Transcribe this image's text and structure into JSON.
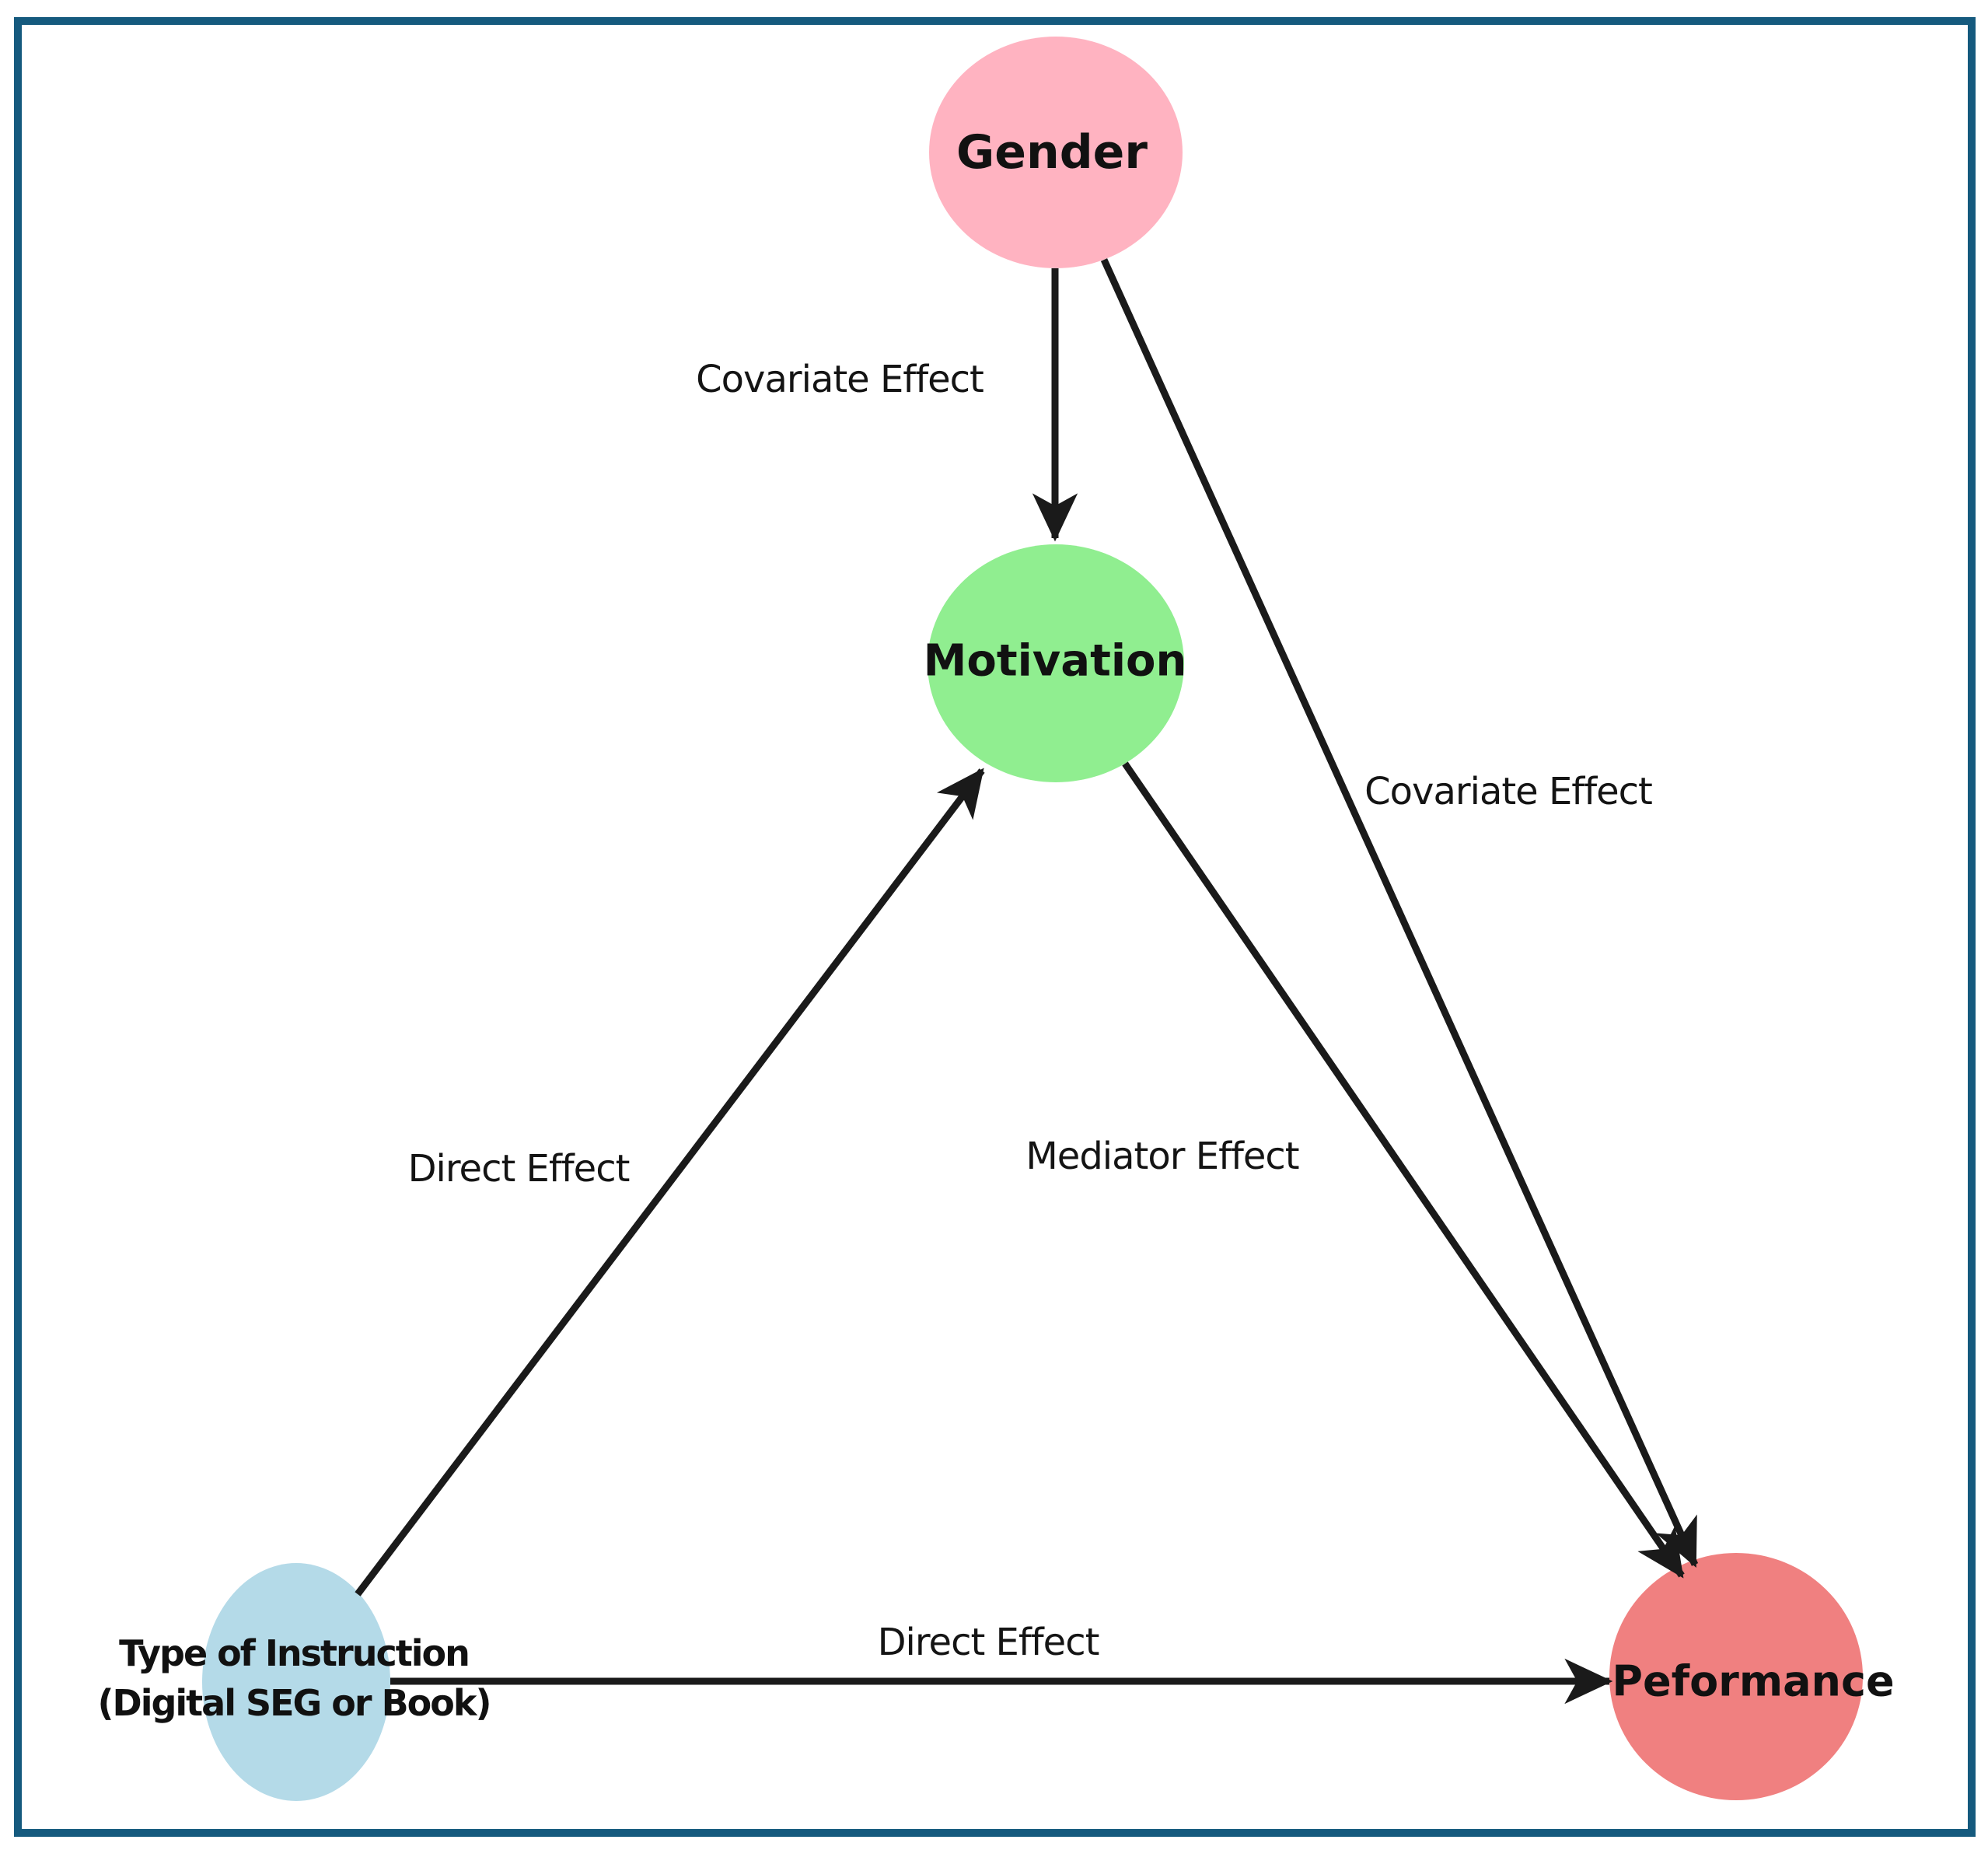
{
  "figure": {
    "border_color": "#155a7e",
    "background_color": "#ffffff",
    "arrow_color": "#1a1a1a"
  },
  "nodes": {
    "gender": {
      "label": "Gender",
      "fill": "#ffb3c1"
    },
    "motivation": {
      "label": "Motivation",
      "fill": "#90ee90"
    },
    "instruction": {
      "line1": "Type of Instruction",
      "line2": "(Digital SEG or Book)",
      "fill": "#b4dae8"
    },
    "performance": {
      "label": "Peformance",
      "fill": "#f08080"
    }
  },
  "edges": {
    "gender_to_motivation": {
      "from": "Gender",
      "to": "Motivation",
      "label": "Covariate Effect"
    },
    "gender_to_performance": {
      "from": "Gender",
      "to": "Peformance",
      "label": "Covariate Effect"
    },
    "instruction_to_motivation": {
      "from": "Type of Instruction",
      "to": "Motivation",
      "label": "Direct Effect"
    },
    "motivation_to_performance": {
      "from": "Motivation",
      "to": "Peformance",
      "label": "Mediator Effect"
    },
    "instruction_to_performance": {
      "from": "Type of Instruction",
      "to": "Peformance",
      "label": "Direct Effect"
    }
  }
}
